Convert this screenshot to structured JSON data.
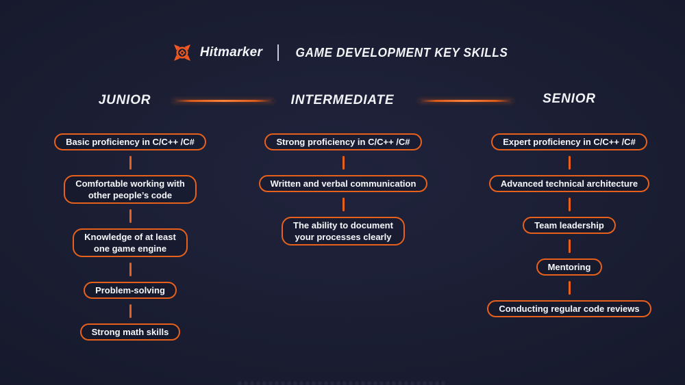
{
  "header": {
    "brand": "Hitmarker",
    "title": "GAME DEVELOPMENT KEY SKILLS",
    "logo_icon": "hitmarker-crosshair-icon"
  },
  "colors": {
    "accent_orange": "#e8611c",
    "accent_orange_bright": "#ff8438",
    "background_navy": "#1a1d31",
    "text_white": "#f4f5f9"
  },
  "columns": [
    {
      "label": "JUNIOR",
      "skills": [
        "Basic proficiency in C/C++ /C#",
        "Comfortable working with\nother people’s code",
        "Knowledge of at least\none game engine",
        "Problem-solving",
        "Strong math skills"
      ]
    },
    {
      "label": "INTERMEDIATE",
      "skills": [
        "Strong proficiency in C/C++ /C#",
        "Written and verbal communication",
        "The ability to document\nyour processes clearly"
      ]
    },
    {
      "label": "SENIOR",
      "skills": [
        "Expert proficiency in C/C++ /C#",
        "Advanced technical architecture",
        "Team leadership",
        "Mentoring",
        "Conducting regular code reviews"
      ]
    }
  ]
}
